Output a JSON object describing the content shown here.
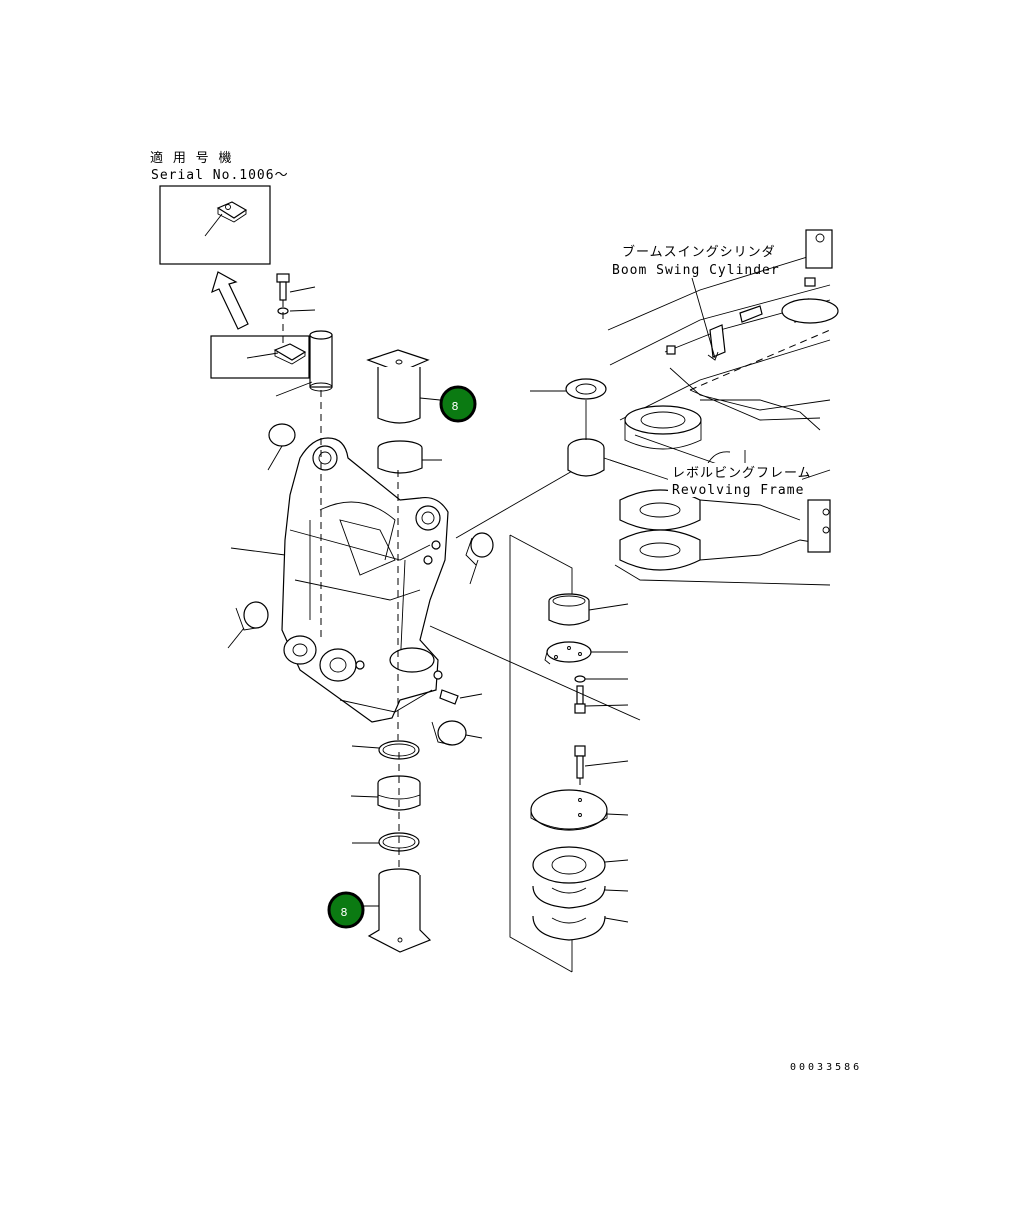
{
  "inset": {
    "label_jp": "適 用 号 機",
    "label_en": "Serial No.1006～"
  },
  "labels": {
    "boom_swing_jp": "ブームスイングシリンダ",
    "boom_swing_en": "Boom Swing Cylinder",
    "revolving_jp": "レボルビングフレーム",
    "revolving_en": "Revolving Frame"
  },
  "callouts": [
    {
      "label": "8"
    },
    {
      "label": "8"
    }
  ],
  "figure_number": "00033586"
}
